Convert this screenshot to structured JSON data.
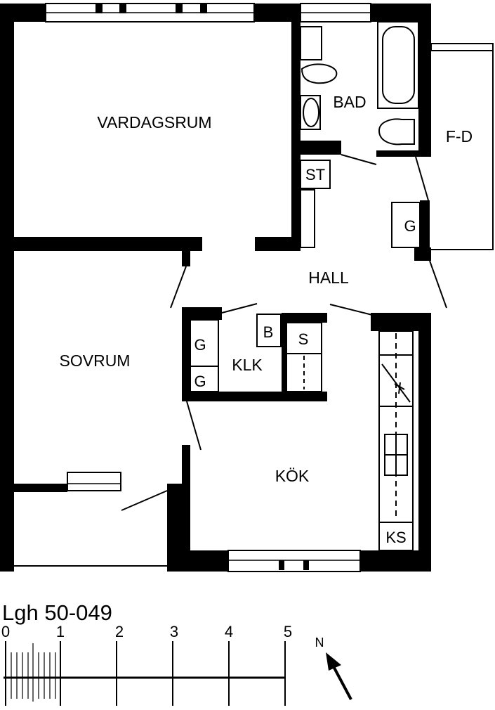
{
  "rooms": {
    "living": "VARDAGSRUM",
    "bath": "BAD",
    "balcony": "F-D",
    "bedroom": "SOVRUM",
    "hall": "HALL",
    "closet": "KLK",
    "kitchen": "KÖK"
  },
  "fixtures": {
    "storage": "ST",
    "wardrobe_hall": "G",
    "wardrobe_1": "G",
    "wardrobe_2": "G",
    "shelf_b": "B",
    "shelf_s": "S",
    "fridge_freezer": "KS"
  },
  "legend": {
    "apartment_id": "Lgh 50-049",
    "scale_labels": [
      "0",
      "1",
      "2",
      "3",
      "4",
      "5"
    ],
    "north": "N"
  },
  "colors": {
    "wall": "#000000",
    "background": "#ffffff"
  }
}
